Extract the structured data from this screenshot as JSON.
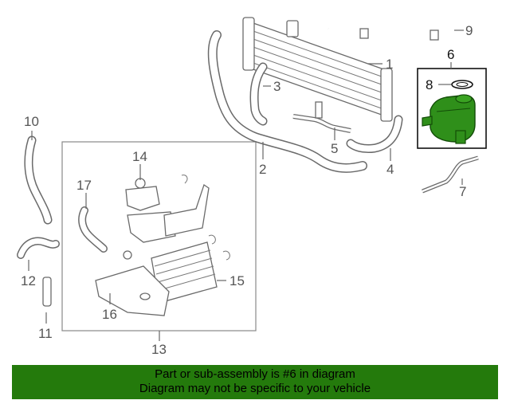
{
  "callouts": {
    "c1": "1",
    "c2": "2",
    "c3": "3",
    "c4": "4",
    "c5": "5",
    "c6": "6",
    "c7": "7",
    "c8": "8",
    "c9": "9",
    "c10": "10",
    "c11": "11",
    "c12": "12",
    "c13": "13",
    "c14": "14",
    "c15": "15",
    "c16": "16",
    "c17": "17"
  },
  "highlight": {
    "part_number": "6",
    "color": "#247a0c",
    "part_color": "#2f8f1a"
  },
  "banner": {
    "line1": "Part or sub-assembly is #6 in diagram",
    "line2": "Diagram may not be specific to your vehicle",
    "color": "#247a0c"
  }
}
